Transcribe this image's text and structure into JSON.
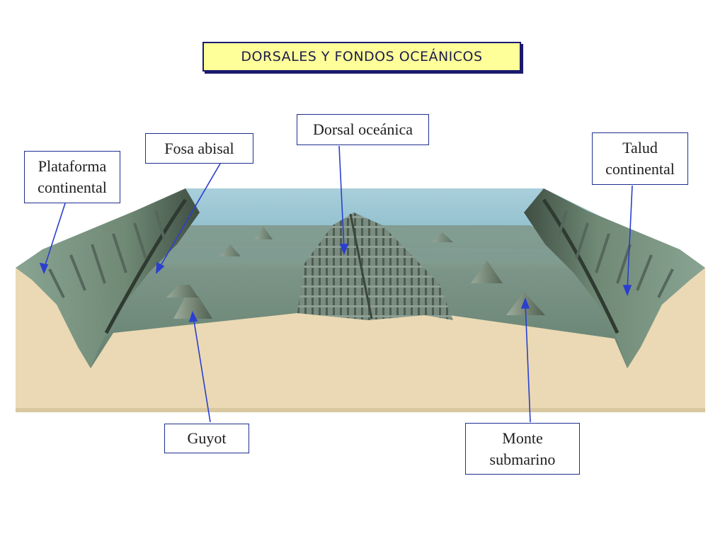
{
  "title": "DORSALES Y FONDOS OCEÁNICOS",
  "labels": {
    "plataforma": [
      "Plataforma",
      "continental"
    ],
    "fosa": "Fosa abisal",
    "dorsal": "Dorsal oceánica",
    "talud": [
      "Talud",
      "continental"
    ],
    "guyot": "Guyot",
    "monte": [
      "Monte",
      "submarino"
    ]
  },
  "colors": {
    "water": "#8fbccb",
    "seafloor": "#6f8a7e",
    "crust": "#ead9b4",
    "arrow": "#2a3fd0",
    "label_border": "#1f2f8f",
    "title_fill": "#ffff99"
  }
}
